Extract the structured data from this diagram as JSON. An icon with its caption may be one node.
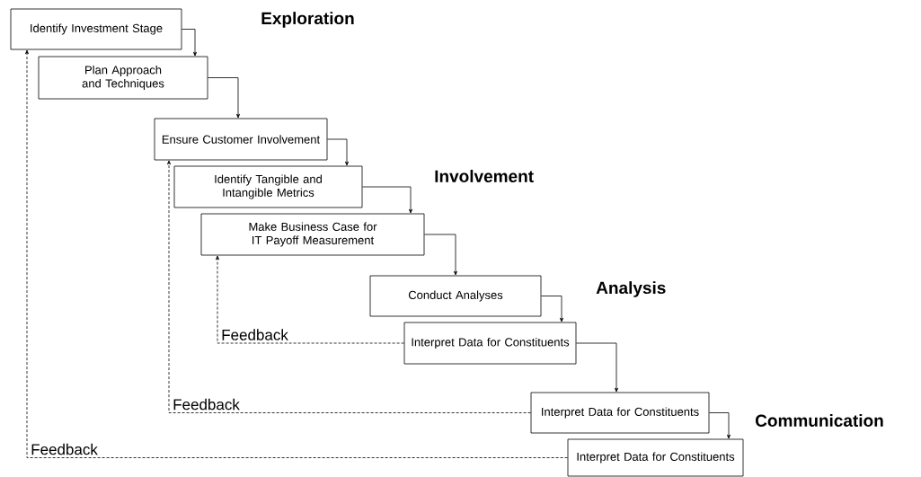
{
  "diagram": {
    "nodes": [
      {
        "text": [
          "Identify Investment Stage"
        ]
      },
      {
        "text": [
          "Plan Approach and Techniques"
        ]
      },
      {
        "text": [
          "Ensure Customer Involvement"
        ]
      },
      {
        "text": [
          "Identify Tangible and Intangible Metrics"
        ]
      },
      {
        "text": [
          "Make Business Case for IT Payoff Measurement"
        ]
      },
      {
        "text": [
          "Conduct Analyses"
        ]
      },
      {
        "text": [
          "Interpret Data for Constituents"
        ]
      },
      {
        "text": [
          "Interpret Data for Constituents"
        ]
      },
      {
        "text": [
          "Interpret Data for Constituents"
        ]
      }
    ],
    "edges": [
      {
        "from": 0,
        "to": 1,
        "arrow": "to"
      },
      {
        "from": 1,
        "to": 2,
        "arrow": "to"
      },
      {
        "from": 2,
        "to": 3,
        "arrow": "to"
      },
      {
        "from": 3,
        "to": 4,
        "arrow": "to"
      },
      {
        "from": 4,
        "to": 5,
        "arrow": "to"
      },
      {
        "from": 5,
        "to": 6,
        "arrow": "to"
      },
      {
        "from": 6,
        "to": 7,
        "arrow": "to"
      },
      {
        "from": 7,
        "to": 8,
        "arrow": "to"
      },
      {
        "from": 6,
        "to": 4,
        "arrow": "to",
        "style": "dashed",
        "label": "Feedback"
      },
      {
        "from": 7,
        "to": 2,
        "arrow": "to",
        "style": "dashed",
        "label": "Feedback"
      },
      {
        "from": 8,
        "to": 0,
        "arrow": "to",
        "style": "dashed",
        "label": "Feedback"
      }
    ],
    "labels": [
      "Exploration",
      "Involvement",
      "Analysis",
      "Communication"
    ]
  }
}
